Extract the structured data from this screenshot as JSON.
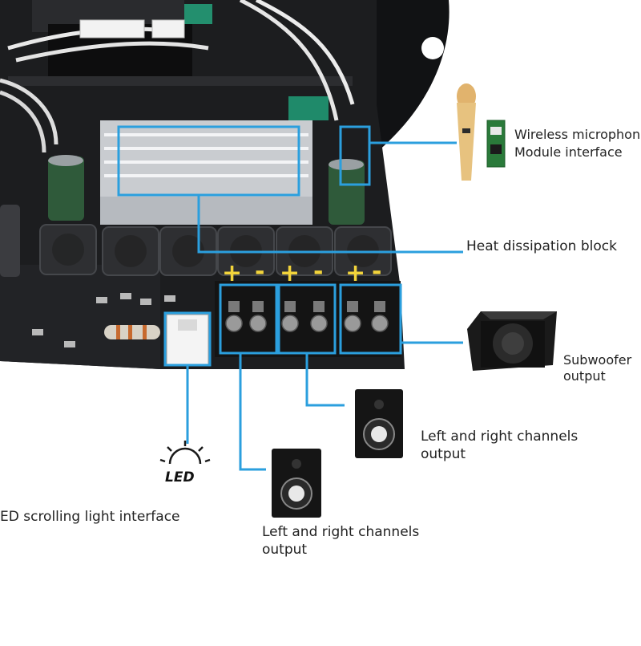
{
  "colors": {
    "highlight": "#2b9fde",
    "board": "#1c1d1f",
    "polarity": "#f2d43b"
  },
  "icons": [
    "wireless-microphone-icon",
    "microphone-module-icon",
    "subwoofer-speaker-icon",
    "studio-monitor-speaker-icon",
    "led-bulb-icon"
  ],
  "callouts": {
    "wireless_mic": {
      "line1": "Wireless microphone",
      "line2": "Module interface"
    },
    "heat": {
      "text": "Heat dissipation block"
    },
    "subwoofer": {
      "line1": "Subwoofer",
      "line2": "output"
    },
    "lr_upper": {
      "line1": "Left and right channels",
      "line2": "output"
    },
    "lr_lower": {
      "line1": "Left and right channels",
      "line2": "output"
    },
    "led": {
      "text": "ED scrolling light interface",
      "icon_text": "LED"
    }
  },
  "polarity": [
    {
      "plus": "+",
      "minus": "-"
    },
    {
      "plus": "+",
      "minus": "-"
    },
    {
      "plus": "+",
      "minus": "-"
    }
  ]
}
